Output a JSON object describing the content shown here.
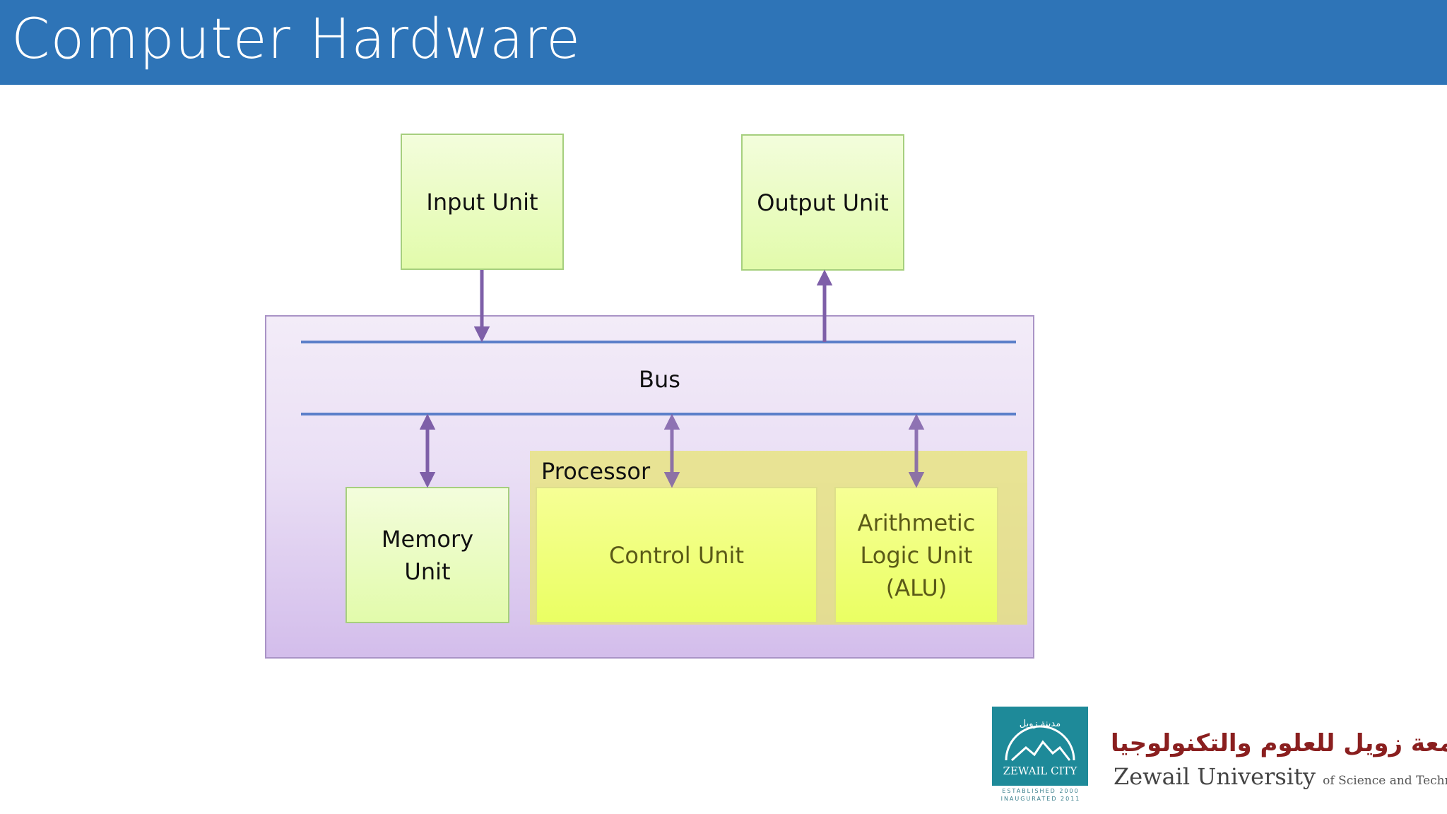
{
  "slide": {
    "title": "Computer Hardware"
  },
  "diagram": {
    "input_unit": "Input Unit",
    "output_unit": "Output Unit",
    "bus": "Bus",
    "processor": "Processor",
    "memory_unit_line1": "Memory",
    "memory_unit_line2": "Unit",
    "control_unit": "Control Unit",
    "alu_line1": "Arithmetic",
    "alu_line2": "Logic Unit",
    "alu_line3": "(ALU)"
  },
  "branding": {
    "city_logo_text": "ZEWAIL CITY",
    "city_logo_arabic": "مدينة زويل",
    "established": "ESTABLISHED 2000",
    "inaugurated": "INAUGURATED 2011",
    "university_arabic": "جامعة زويل للعلوم والتكنولوجيا",
    "university_english": "Zewail University",
    "university_english_suffix": "of Science and Technology"
  },
  "colors": {
    "title_bar": "#2e74b7",
    "bus_line": "#5b7fc9",
    "arrow": "#7e5fa8"
  }
}
